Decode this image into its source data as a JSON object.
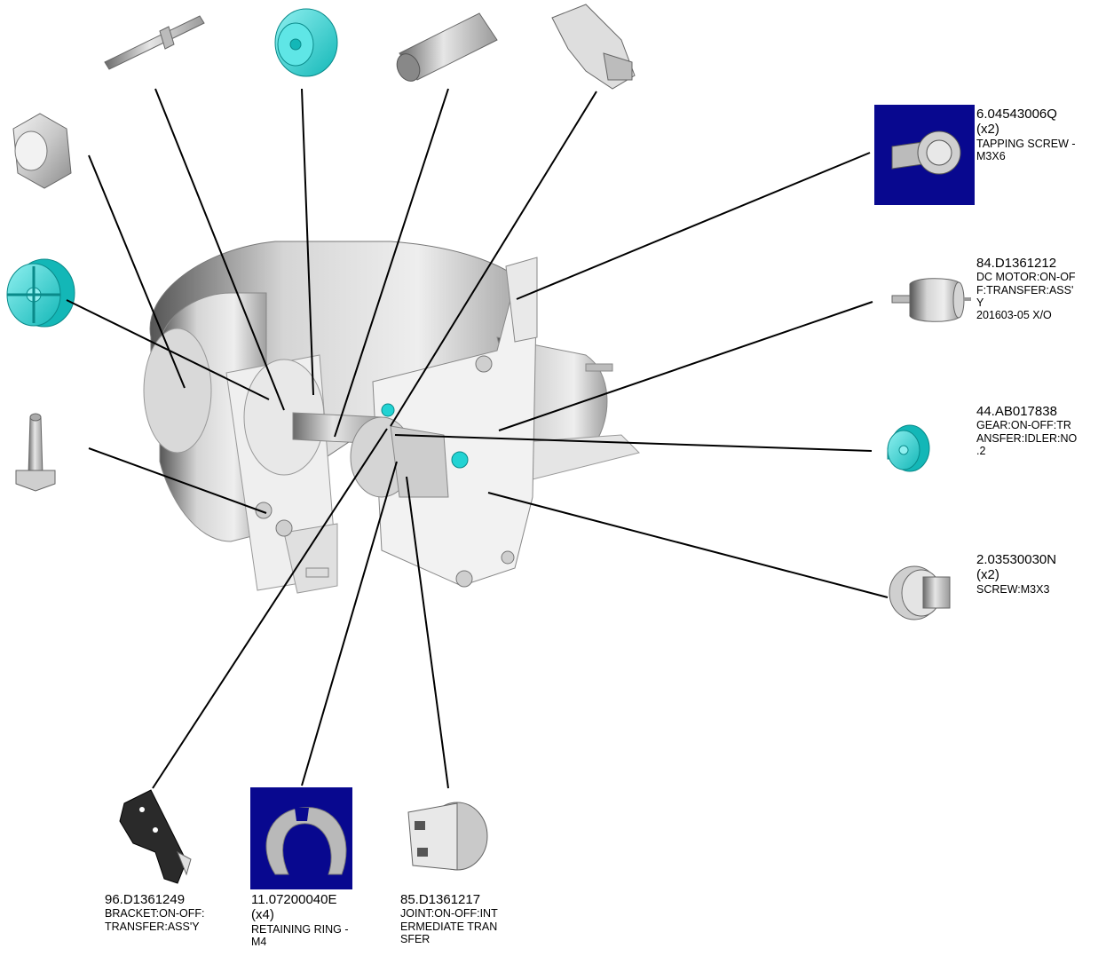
{
  "colors": {
    "accent_cyan": "#22d3d3",
    "thumb_bg": "#08088f",
    "part_gray": "#cfcfcf",
    "line": "#000000"
  },
  "callouts": {
    "tapping_screw": {
      "part_no": "6.04543006Q",
      "qty": "(x2)",
      "desc": "TAPPING SCREW -\n M3X6"
    },
    "dc_motor": {
      "part_no": "84.D1361212",
      "desc": "DC MOTOR:ON-OF\nF:TRANSFER:ASS'\nY\n201603-05 X/O"
    },
    "gear_idler": {
      "part_no": "44.AB017838",
      "desc": "GEAR:ON-OFF:TR\nANSFER:IDLER:NO\n.2"
    },
    "screw_m3x3": {
      "part_no": "2.03530030N",
      "qty": "(x2)",
      "desc": "SCREW:M3X3"
    },
    "bracket": {
      "part_no": "96.D1361249",
      "desc": "BRACKET:ON-OFF:\nTRANSFER:ASS'Y"
    },
    "retaining_ring": {
      "part_no": "11.07200040E",
      "qty": "(x4)",
      "desc": "RETAINING RING -\nM4"
    },
    "joint": {
      "part_no": "85.D1361217",
      "desc": "JOINT:ON-OFF:INT\nERMEDIATE TRAN\nSFER"
    }
  }
}
